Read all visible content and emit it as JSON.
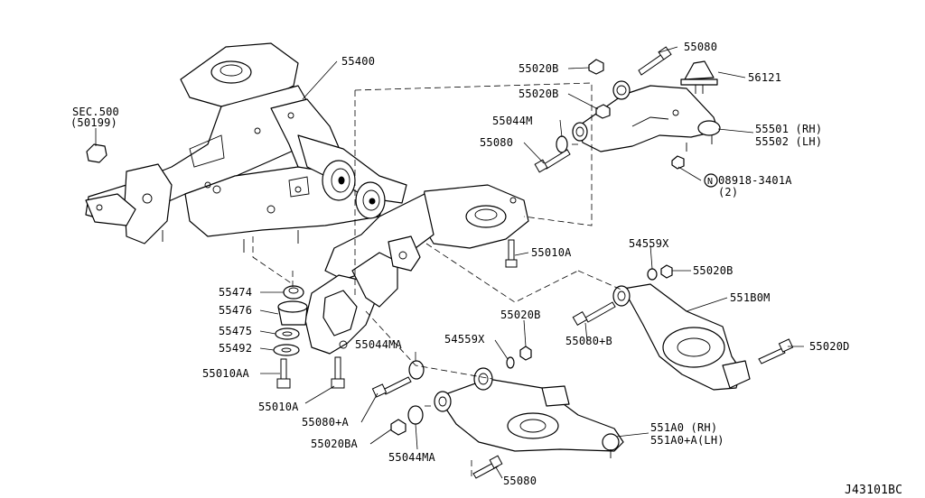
{
  "diagram": {
    "code": "J43101BC",
    "labels": {
      "p55400": "55400",
      "sec500": "SEC.500",
      "sec500b": "(50199)",
      "p55080a": "55080",
      "p56121": "56121",
      "p55020b_1": "55020B",
      "p55020b_2": "55020B",
      "p55044m": "55044M",
      "p55080b": "55080",
      "p55501": "55501 (RH)",
      "p55502": "55502 (LH)",
      "nut_n": "N",
      "nut_code": "08918-3401A",
      "nut_qty": "(2)",
      "p55010a_1": "55010A",
      "p54559x_1": "54559X",
      "p55020b_3": "55020B",
      "p551b0m": "551B0M",
      "p55474": "55474",
      "p55476": "55476",
      "p55475": "55475",
      "p55492": "55492",
      "p55010aa": "55010AA",
      "p55010a_2": "55010A",
      "p55020b_4": "55020B",
      "p54559x_2": "54559X",
      "p55044ma_1": "55044MA",
      "p55080pb": "55080+B",
      "p55020d": "55020D",
      "p55080pa": "55080+A",
      "p55020ba": "55020BA",
      "p55044ma_2": "55044MA",
      "p551a0": "551A0  (RH)",
      "p551a0a": "551A0+A(LH)",
      "p55080c": "55080"
    }
  }
}
